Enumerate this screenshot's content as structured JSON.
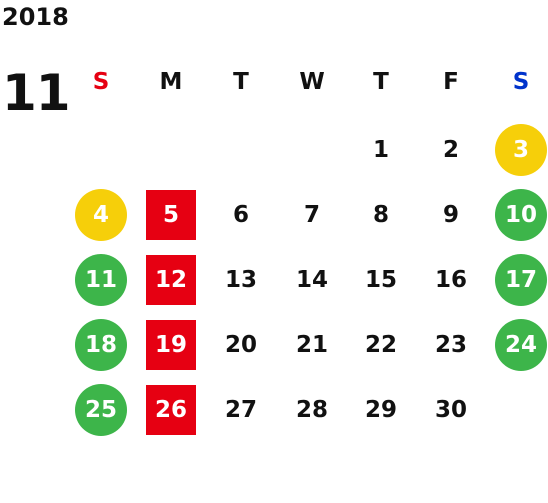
{
  "calendar": {
    "year": "2018",
    "month": "11",
    "weekdays": [
      {
        "label": "S",
        "color": "#e60012"
      },
      {
        "label": "M",
        "color": "#111111"
      },
      {
        "label": "T",
        "color": "#111111"
      },
      {
        "label": "W",
        "color": "#111111"
      },
      {
        "label": "T",
        "color": "#111111"
      },
      {
        "label": "F",
        "color": "#111111"
      },
      {
        "label": "S",
        "color": "#0033cc"
      }
    ],
    "colors": {
      "holiday_yellow": "#f6cf0a",
      "weekend_green": "#3db54a",
      "monday_red": "#e60012"
    },
    "weeks": [
      [
        null,
        null,
        null,
        null,
        {
          "day": "1"
        },
        {
          "day": "2"
        },
        {
          "day": "3",
          "style": "yellow-circle"
        }
      ],
      [
        {
          "day": "4",
          "style": "yellow-circle"
        },
        {
          "day": "5",
          "style": "red-square"
        },
        {
          "day": "6"
        },
        {
          "day": "7"
        },
        {
          "day": "8"
        },
        {
          "day": "9"
        },
        {
          "day": "10",
          "style": "green-circle"
        }
      ],
      [
        {
          "day": "11",
          "style": "green-circle"
        },
        {
          "day": "12",
          "style": "red-square"
        },
        {
          "day": "13"
        },
        {
          "day": "14"
        },
        {
          "day": "15"
        },
        {
          "day": "16"
        },
        {
          "day": "17",
          "style": "green-circle"
        }
      ],
      [
        {
          "day": "18",
          "style": "green-circle"
        },
        {
          "day": "19",
          "style": "red-square"
        },
        {
          "day": "20"
        },
        {
          "day": "21"
        },
        {
          "day": "22"
        },
        {
          "day": "23"
        },
        {
          "day": "24",
          "style": "green-circle"
        }
      ],
      [
        {
          "day": "25",
          "style": "green-circle"
        },
        {
          "day": "26",
          "style": "red-square"
        },
        {
          "day": "27"
        },
        {
          "day": "28"
        },
        {
          "day": "29"
        },
        {
          "day": "30"
        },
        null
      ]
    ]
  }
}
